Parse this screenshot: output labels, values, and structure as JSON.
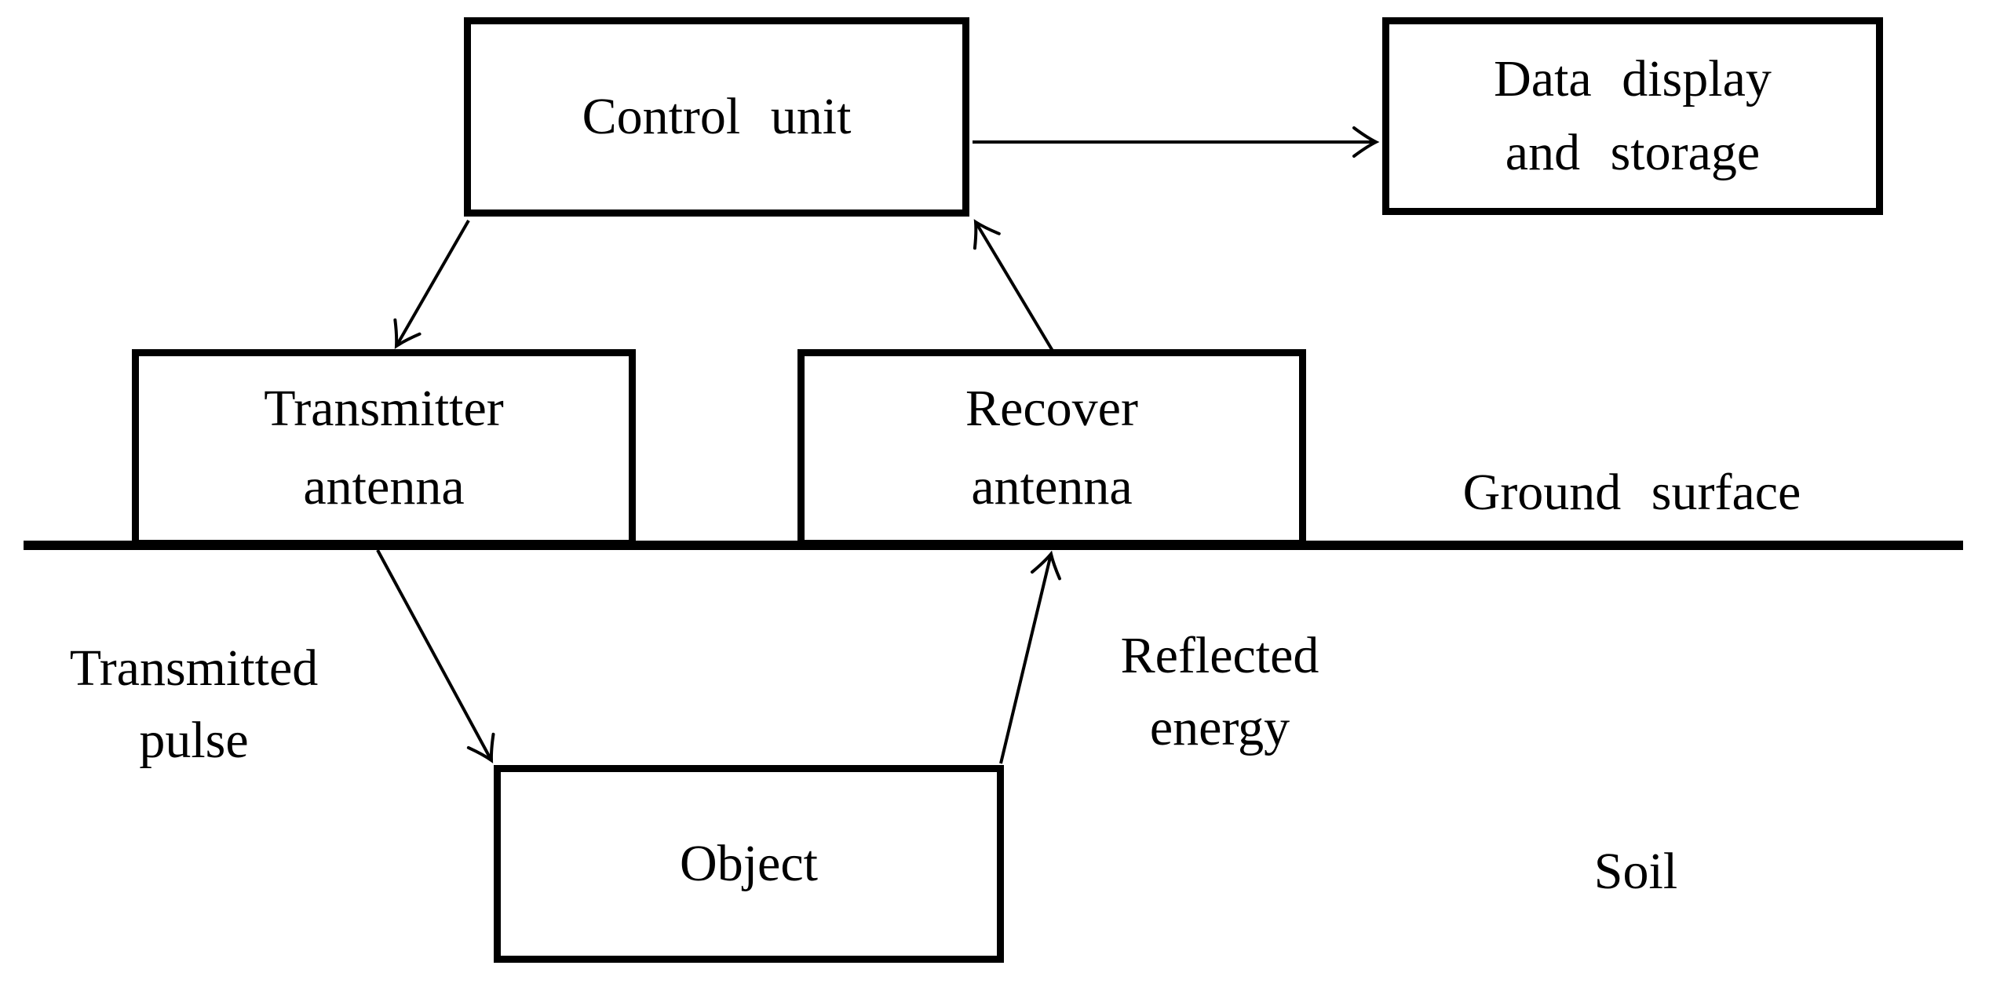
{
  "canvas": {
    "background": "#ffffff",
    "ink": "#000000"
  },
  "nodes": {
    "control_unit": {
      "label": "Control unit"
    },
    "data_display": {
      "line1": "Data display",
      "line2": "and storage"
    },
    "transmitter_antenna": {
      "line1": "Transmitter",
      "line2": "antenna"
    },
    "recover_antenna": {
      "line1": "Recover",
      "line2": "antenna"
    },
    "object": {
      "label": "Object"
    }
  },
  "labels": {
    "ground_surface": {
      "text": "Ground surface"
    },
    "transmitted_pulse": {
      "line1": "Transmitted",
      "line2": "pulse"
    },
    "reflected_energy": {
      "line1": "Reflected",
      "line2": "energy"
    },
    "soil": {
      "text": "Soil"
    }
  },
  "edges": [
    {
      "from": "control_unit",
      "to": "data_display",
      "style": "open-arrow"
    },
    {
      "from": "control_unit",
      "to": "transmitter_antenna",
      "style": "open-arrow"
    },
    {
      "from": "recover_antenna",
      "to": "control_unit",
      "style": "open-arrow"
    },
    {
      "from": "transmitter_antenna",
      "to": "object",
      "style": "open-arrow",
      "label": "Transmitted pulse"
    },
    {
      "from": "object",
      "to": "recover_antenna",
      "style": "open-arrow",
      "label": "Reflected energy"
    }
  ]
}
